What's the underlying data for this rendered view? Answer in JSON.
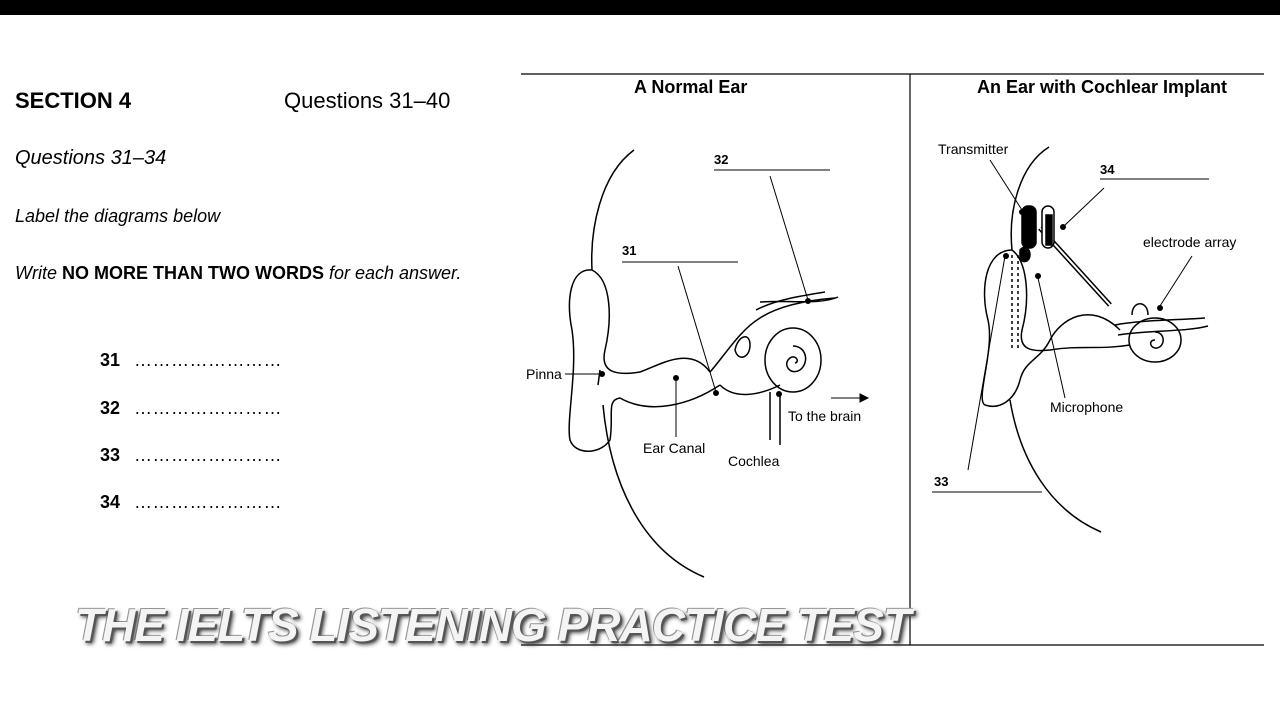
{
  "section": {
    "title": "SECTION 4",
    "question_range": "Questions 31–40",
    "subheading": "Questions 31–34",
    "instruction": "Label the diagrams below",
    "word_limit_prefix": "Write ",
    "word_limit_bold": "NO MORE THAN TWO WORDS",
    "word_limit_suffix": " for each answer."
  },
  "answers": [
    {
      "number": "31",
      "dots": "……………………"
    },
    {
      "number": "32",
      "dots": "……………………"
    },
    {
      "number": "33",
      "dots": "……………………"
    },
    {
      "number": "34",
      "dots": "……………………"
    }
  ],
  "normal_ear": {
    "title": "A Normal Ear",
    "labels": {
      "pinna": "Pinna",
      "ear_canal": "Ear Canal",
      "cochlea": "Cochlea",
      "to_brain": "To the brain",
      "q31": "31",
      "q32": "32"
    }
  },
  "implant_ear": {
    "title": "An Ear with Cochlear Implant",
    "labels": {
      "transmitter": "Transmitter",
      "electrode_array": "electrode array",
      "microphone": "Microphone",
      "q33": "33",
      "q34": "34"
    }
  },
  "watermark": "THE IELTS LISTENING PRACTICE TEST"
}
